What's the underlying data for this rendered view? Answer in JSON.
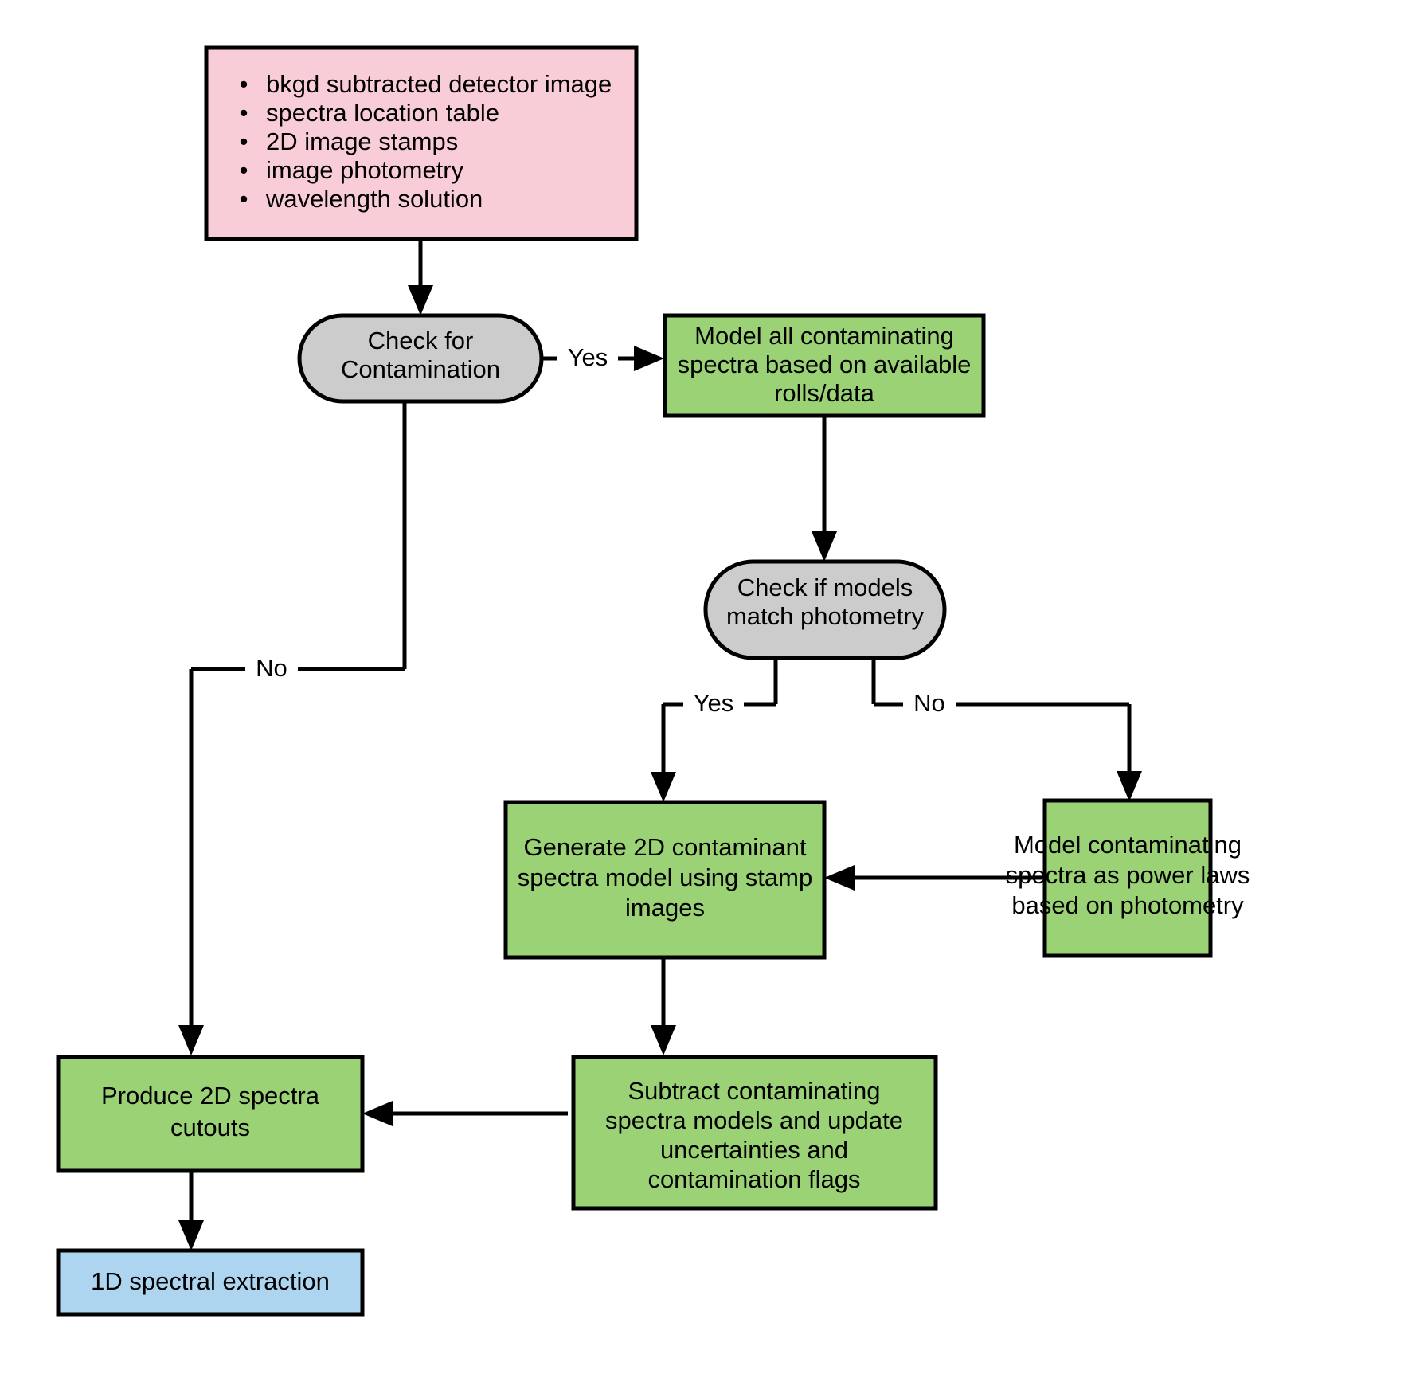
{
  "diagram": {
    "title": "Spectral contamination handling flowchart",
    "colors": {
      "input_fill": "#f9cdd8",
      "decision_fill": "#cccccc",
      "process_fill": "#9ad275",
      "terminal_fill": "#aed5ef",
      "stroke": "#000000",
      "text": "#000000",
      "background": "#ffffff"
    },
    "nodes": {
      "inputs": {
        "type": "input-list",
        "items": [
          "bkgd subtracted detector image",
          "spectra location table",
          "2D image stamps",
          "image photometry",
          "wavelength solution"
        ]
      },
      "check_contamination": {
        "type": "decision",
        "lines": [
          "Check for",
          "Contamination"
        ]
      },
      "model_all": {
        "type": "process",
        "lines": [
          "Model all contaminating",
          "spectra based on available",
          "rolls/data"
        ]
      },
      "check_models": {
        "type": "decision",
        "lines": [
          "Check if models",
          "match photometry"
        ]
      },
      "generate_2d": {
        "type": "process",
        "lines": [
          "Generate 2D contaminant",
          "spectra model using stamp",
          "images"
        ]
      },
      "model_power_laws": {
        "type": "process",
        "lines": [
          "Model contaminating",
          "spectra as power laws",
          "based on photometry"
        ]
      },
      "subtract": {
        "type": "process",
        "lines": [
          "Subtract contaminating",
          "spectra models and update",
          "uncertainties and",
          "contamination flags"
        ]
      },
      "produce_cutouts": {
        "type": "process",
        "lines": [
          "Produce 2D spectra",
          "cutouts"
        ]
      },
      "extraction_1d": {
        "type": "terminal",
        "lines": [
          "1D spectral extraction"
        ]
      }
    },
    "edge_labels": {
      "contamination_yes": "Yes",
      "contamination_no": "No",
      "models_yes": "Yes",
      "models_no": "No"
    }
  }
}
